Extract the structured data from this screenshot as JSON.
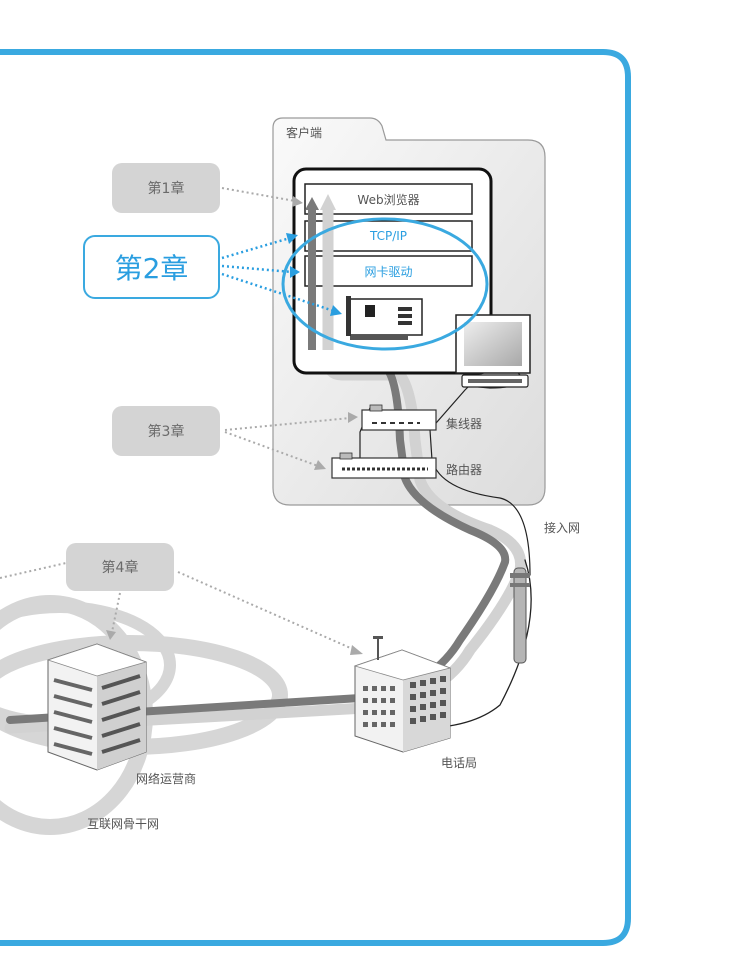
{
  "labels": {
    "client": "客户端",
    "browser": "Web浏览器",
    "tcpip": "TCP/IP",
    "nic_driver": "网卡驱动",
    "hub": "集线器",
    "router": "路由器",
    "access_network": "接入网",
    "telephone_office": "电话局",
    "isp": "网络运营商",
    "backbone": "互联网骨干网"
  },
  "chapters": {
    "ch1": "第1章",
    "ch2": "第2章",
    "ch3": "第3章",
    "ch4": "第4章"
  },
  "colors": {
    "frame": "#3aa9e0",
    "highlight": "#2a9ee0",
    "chapter_box": "#d4d4d4",
    "cable_dark": "#7a7a7a",
    "cable_light": "#d2d2d2"
  }
}
